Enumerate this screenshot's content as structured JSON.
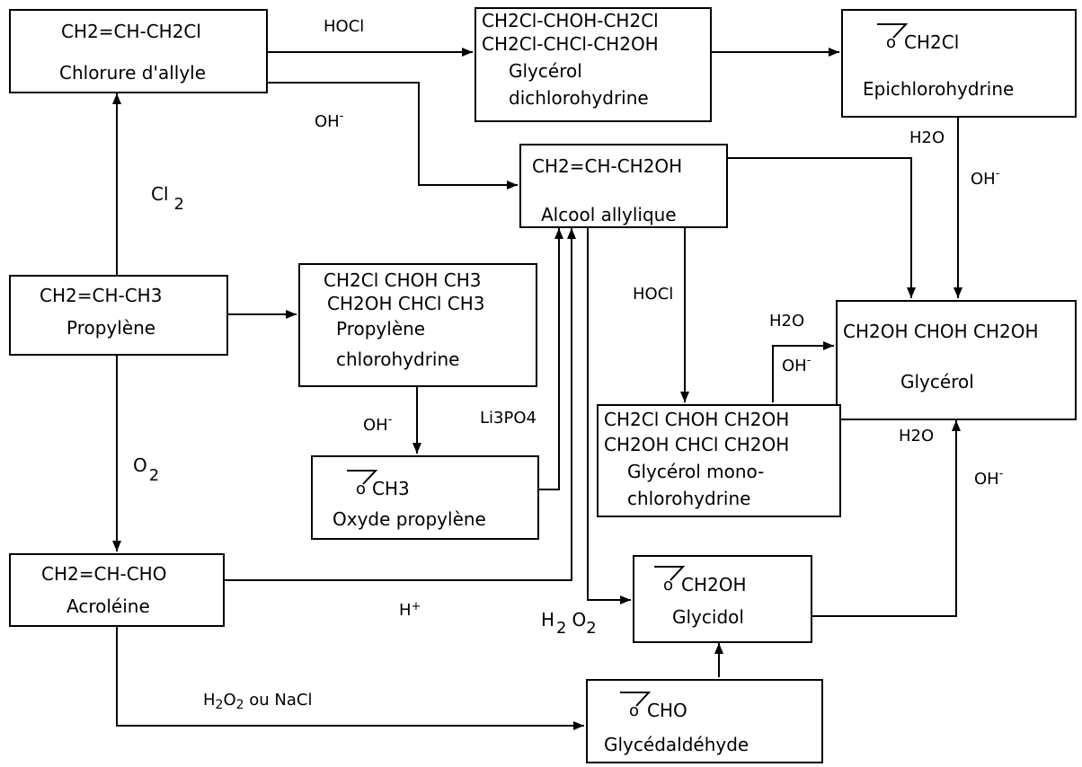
{
  "nodes": {
    "allyl_chloride": {
      "formula": "CH2=CH-CH2Cl",
      "name": "Chlorure d'allyle"
    },
    "dichlorohydrin": {
      "formula1": "CH2Cl-CHOH-CH2Cl",
      "formula2": "CH2Cl-CHCl-CH2OH",
      "name1": "Glycérol",
      "name2": "dichlorohydrine"
    },
    "epichlorohydrin": {
      "group": "CH2Cl",
      "ring_o": "o",
      "name": "Epichlorohydrine"
    },
    "allyl_alcohol": {
      "formula": "CH2=CH-CH2OH",
      "name": "Alcool allylique"
    },
    "propylene": {
      "formula": "CH2=CH-CH3",
      "name": "Propylène"
    },
    "propylene_chlorohydrin": {
      "formula1": "CH2Cl CHOH CH3",
      "formula2": "CH2OH CHCl CH3",
      "name1": "Propylène",
      "name2": "chlorohydrine"
    },
    "glycerol": {
      "formula": "CH2OH CHOH CH2OH",
      "name": "Glycérol"
    },
    "propylene_oxide": {
      "group": "CH3",
      "ring_o": "o",
      "name": "Oxyde propylène"
    },
    "monochlorohydrin": {
      "formula1": "CH2Cl CHOH CH2OH",
      "formula2": "CH2OH CHCl CH2OH",
      "name1": "Glycérol mono-",
      "name2": "chlorohydrine"
    },
    "acrolein": {
      "formula": "CH2=CH-CHO",
      "name": "Acroléine"
    },
    "glycidol": {
      "group": "CH2OH",
      "ring_o": "o",
      "name": "Glycidol"
    },
    "glycidaldehyde": {
      "group": "CHO",
      "ring_o": "o",
      "name": "Glycédaldéhyde"
    }
  },
  "reagents": {
    "hocl_top": "HOCl",
    "oh_allyl": {
      "base": "OH",
      "sup": "-"
    },
    "h2o_epi": "H2O",
    "oh_epi": {
      "base": "OH",
      "sup": "-"
    },
    "cl2": {
      "base": "Cl",
      "sub": "2"
    },
    "hocl_mid": "HOCl",
    "h2o_mono": "H2O",
    "oh_mono": {
      "base": "OH",
      "sup": "-"
    },
    "oh_pch": {
      "base": "OH",
      "sup": "-"
    },
    "li3po4": "Li3PO4",
    "o2": {
      "base": "O",
      "sub": "2"
    },
    "h2o_glycidol": "H2O",
    "oh_glycidol": {
      "base": "OH",
      "sup": "-"
    },
    "h_plus": {
      "base": "H",
      "sup": "+"
    },
    "h2o2_left": {
      "a": "H",
      "a_sub": "2",
      "b": "O",
      "b_sub": "2"
    },
    "h2o2_bottom": {
      "a": "H",
      "a_sub": "2",
      "b": "O",
      "b_sub": "2",
      "suffix": " ou NaCl"
    }
  }
}
